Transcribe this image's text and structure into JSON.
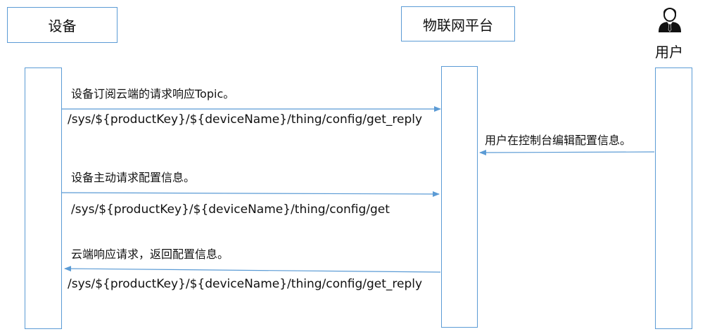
{
  "participants": {
    "device": "设备",
    "platform": "物联网平台",
    "user": "用户",
    "user_icon": "person-icon"
  },
  "messages": {
    "m1_label": "设备订阅云端的请求响应Topic。",
    "m1_topic": "/sys/${productKey}/${deviceName}/thing/config/get_reply",
    "m2_label": "用户在控制台编辑配置信息。",
    "m3_label": "设备主动请求配置信息。",
    "m3_topic": "/sys/${productKey}/${deviceName}/thing/config/get",
    "m4_label": "云端响应请求，返回配置信息。",
    "m4_topic": "/sys/${productKey}/${deviceName}/thing/config/get_reply"
  },
  "colors": {
    "line": "#5b9bd5",
    "text": "#111111"
  }
}
